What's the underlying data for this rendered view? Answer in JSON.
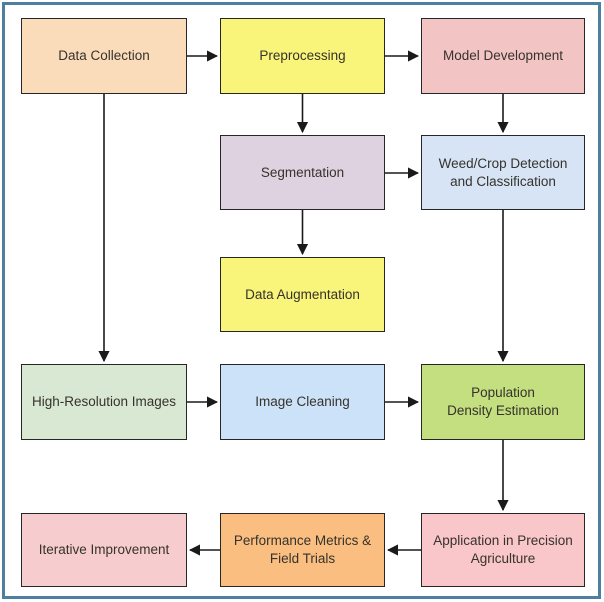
{
  "diagram": {
    "type": "flowchart",
    "frame_color": "#4D80A0",
    "connector_color": "#1A1A1A",
    "nodes": [
      {
        "id": "data-collection",
        "label": "Data Collection",
        "fill": "#FADCBB"
      },
      {
        "id": "preprocessing",
        "label": "Preprocessing",
        "fill": "#F8F57A"
      },
      {
        "id": "model-development",
        "label": "Model Development",
        "fill": "#F2C4C4"
      },
      {
        "id": "segmentation",
        "label": "Segmentation",
        "fill": "#DED2E0"
      },
      {
        "id": "weed-crop-detection-classification",
        "label": "Weed/Crop Detection\nand Classification",
        "fill": "#D6E4F6"
      },
      {
        "id": "data-augmentation",
        "label": "Data Augmentation",
        "fill": "#F8F57A"
      },
      {
        "id": "high-resolution-images",
        "label": "High-Resolution Images",
        "fill": "#D8E8D2"
      },
      {
        "id": "image-cleaning",
        "label": "Image Cleaning",
        "fill": "#CBE2F8"
      },
      {
        "id": "population-density-estimation",
        "label": "Population\nDensity Estimation",
        "fill": "#C3DF7F"
      },
      {
        "id": "iterative-improvement",
        "label": "Iterative Improvement",
        "fill": "#F6CCCE"
      },
      {
        "id": "performance-metrics-field-trials",
        "label": "Performance Metrics &\nField Trials",
        "fill": "#F9BE80"
      },
      {
        "id": "application-in-precision-agriculture",
        "label": "Application in Precision\nAgriculture",
        "fill": "#F9C6C9"
      }
    ],
    "edges": [
      {
        "from": "data-collection",
        "to": "preprocessing"
      },
      {
        "from": "preprocessing",
        "to": "model-development"
      },
      {
        "from": "preprocessing",
        "to": "segmentation"
      },
      {
        "from": "model-development",
        "to": "weed-crop-detection-classification"
      },
      {
        "from": "segmentation",
        "to": "weed-crop-detection-classification"
      },
      {
        "from": "segmentation",
        "to": "data-augmentation"
      },
      {
        "from": "data-collection",
        "to": "high-resolution-images"
      },
      {
        "from": "weed-crop-detection-classification",
        "to": "population-density-estimation"
      },
      {
        "from": "high-resolution-images",
        "to": "image-cleaning"
      },
      {
        "from": "image-cleaning",
        "to": "population-density-estimation"
      },
      {
        "from": "population-density-estimation",
        "to": "application-in-precision-agriculture"
      },
      {
        "from": "application-in-precision-agriculture",
        "to": "performance-metrics-field-trials"
      },
      {
        "from": "performance-metrics-field-trials",
        "to": "iterative-improvement"
      }
    ]
  }
}
